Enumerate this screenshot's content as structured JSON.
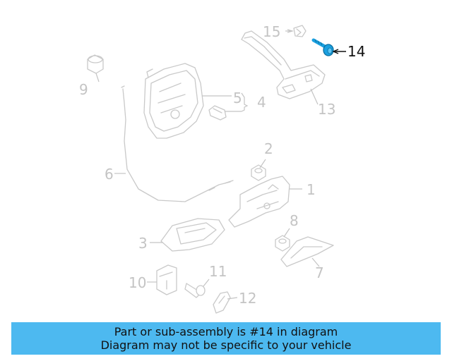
{
  "callouts": [
    {
      "id": "c1",
      "text": "1"
    },
    {
      "id": "c2",
      "text": "2"
    },
    {
      "id": "c3",
      "text": "3"
    },
    {
      "id": "c4",
      "text": "4"
    },
    {
      "id": "c5",
      "text": "5"
    },
    {
      "id": "c6",
      "text": "6"
    },
    {
      "id": "c7",
      "text": "7"
    },
    {
      "id": "c8",
      "text": "8"
    },
    {
      "id": "c9",
      "text": "9"
    },
    {
      "id": "c10",
      "text": "10"
    },
    {
      "id": "c11",
      "text": "11"
    },
    {
      "id": "c12",
      "text": "12"
    },
    {
      "id": "c13",
      "text": "13"
    },
    {
      "id": "c14",
      "text": "14"
    },
    {
      "id": "c15",
      "text": "15"
    }
  ],
  "highlight": {
    "part_number": "14",
    "color": "#1aa0e0"
  },
  "banner": {
    "line1": "Part or sub-assembly is #14 in diagram",
    "line2": "Diagram may not be specific to your vehicle",
    "background": "#4db9f0"
  }
}
